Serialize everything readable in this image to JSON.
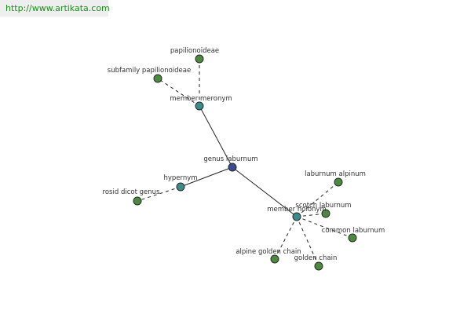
{
  "watermark": {
    "url": "http://www.artikata.com"
  },
  "colors": {
    "center": "#3a4a8c",
    "relation": "#3d8a8a",
    "leaf": "#4c8a3f"
  },
  "nodes": {
    "genus_laburnum": "genus laburnum",
    "member_meronym": "member meronym",
    "papilionoideae": "papilionoideae",
    "subfamily_papilionoideae": "subfamily papilionoideae",
    "hypernym": "hypernym",
    "rosid_dicot_genus": "rosid dicot genus",
    "member_holonym": "member holonym",
    "laburnum_alpinum": "laburnum alpinum",
    "scotch_laburnum": "scotch laburnum",
    "common_laburnum": "common laburnum",
    "alpine_golden_chain": "alpine golden chain",
    "golden_chain": "golden chain"
  }
}
